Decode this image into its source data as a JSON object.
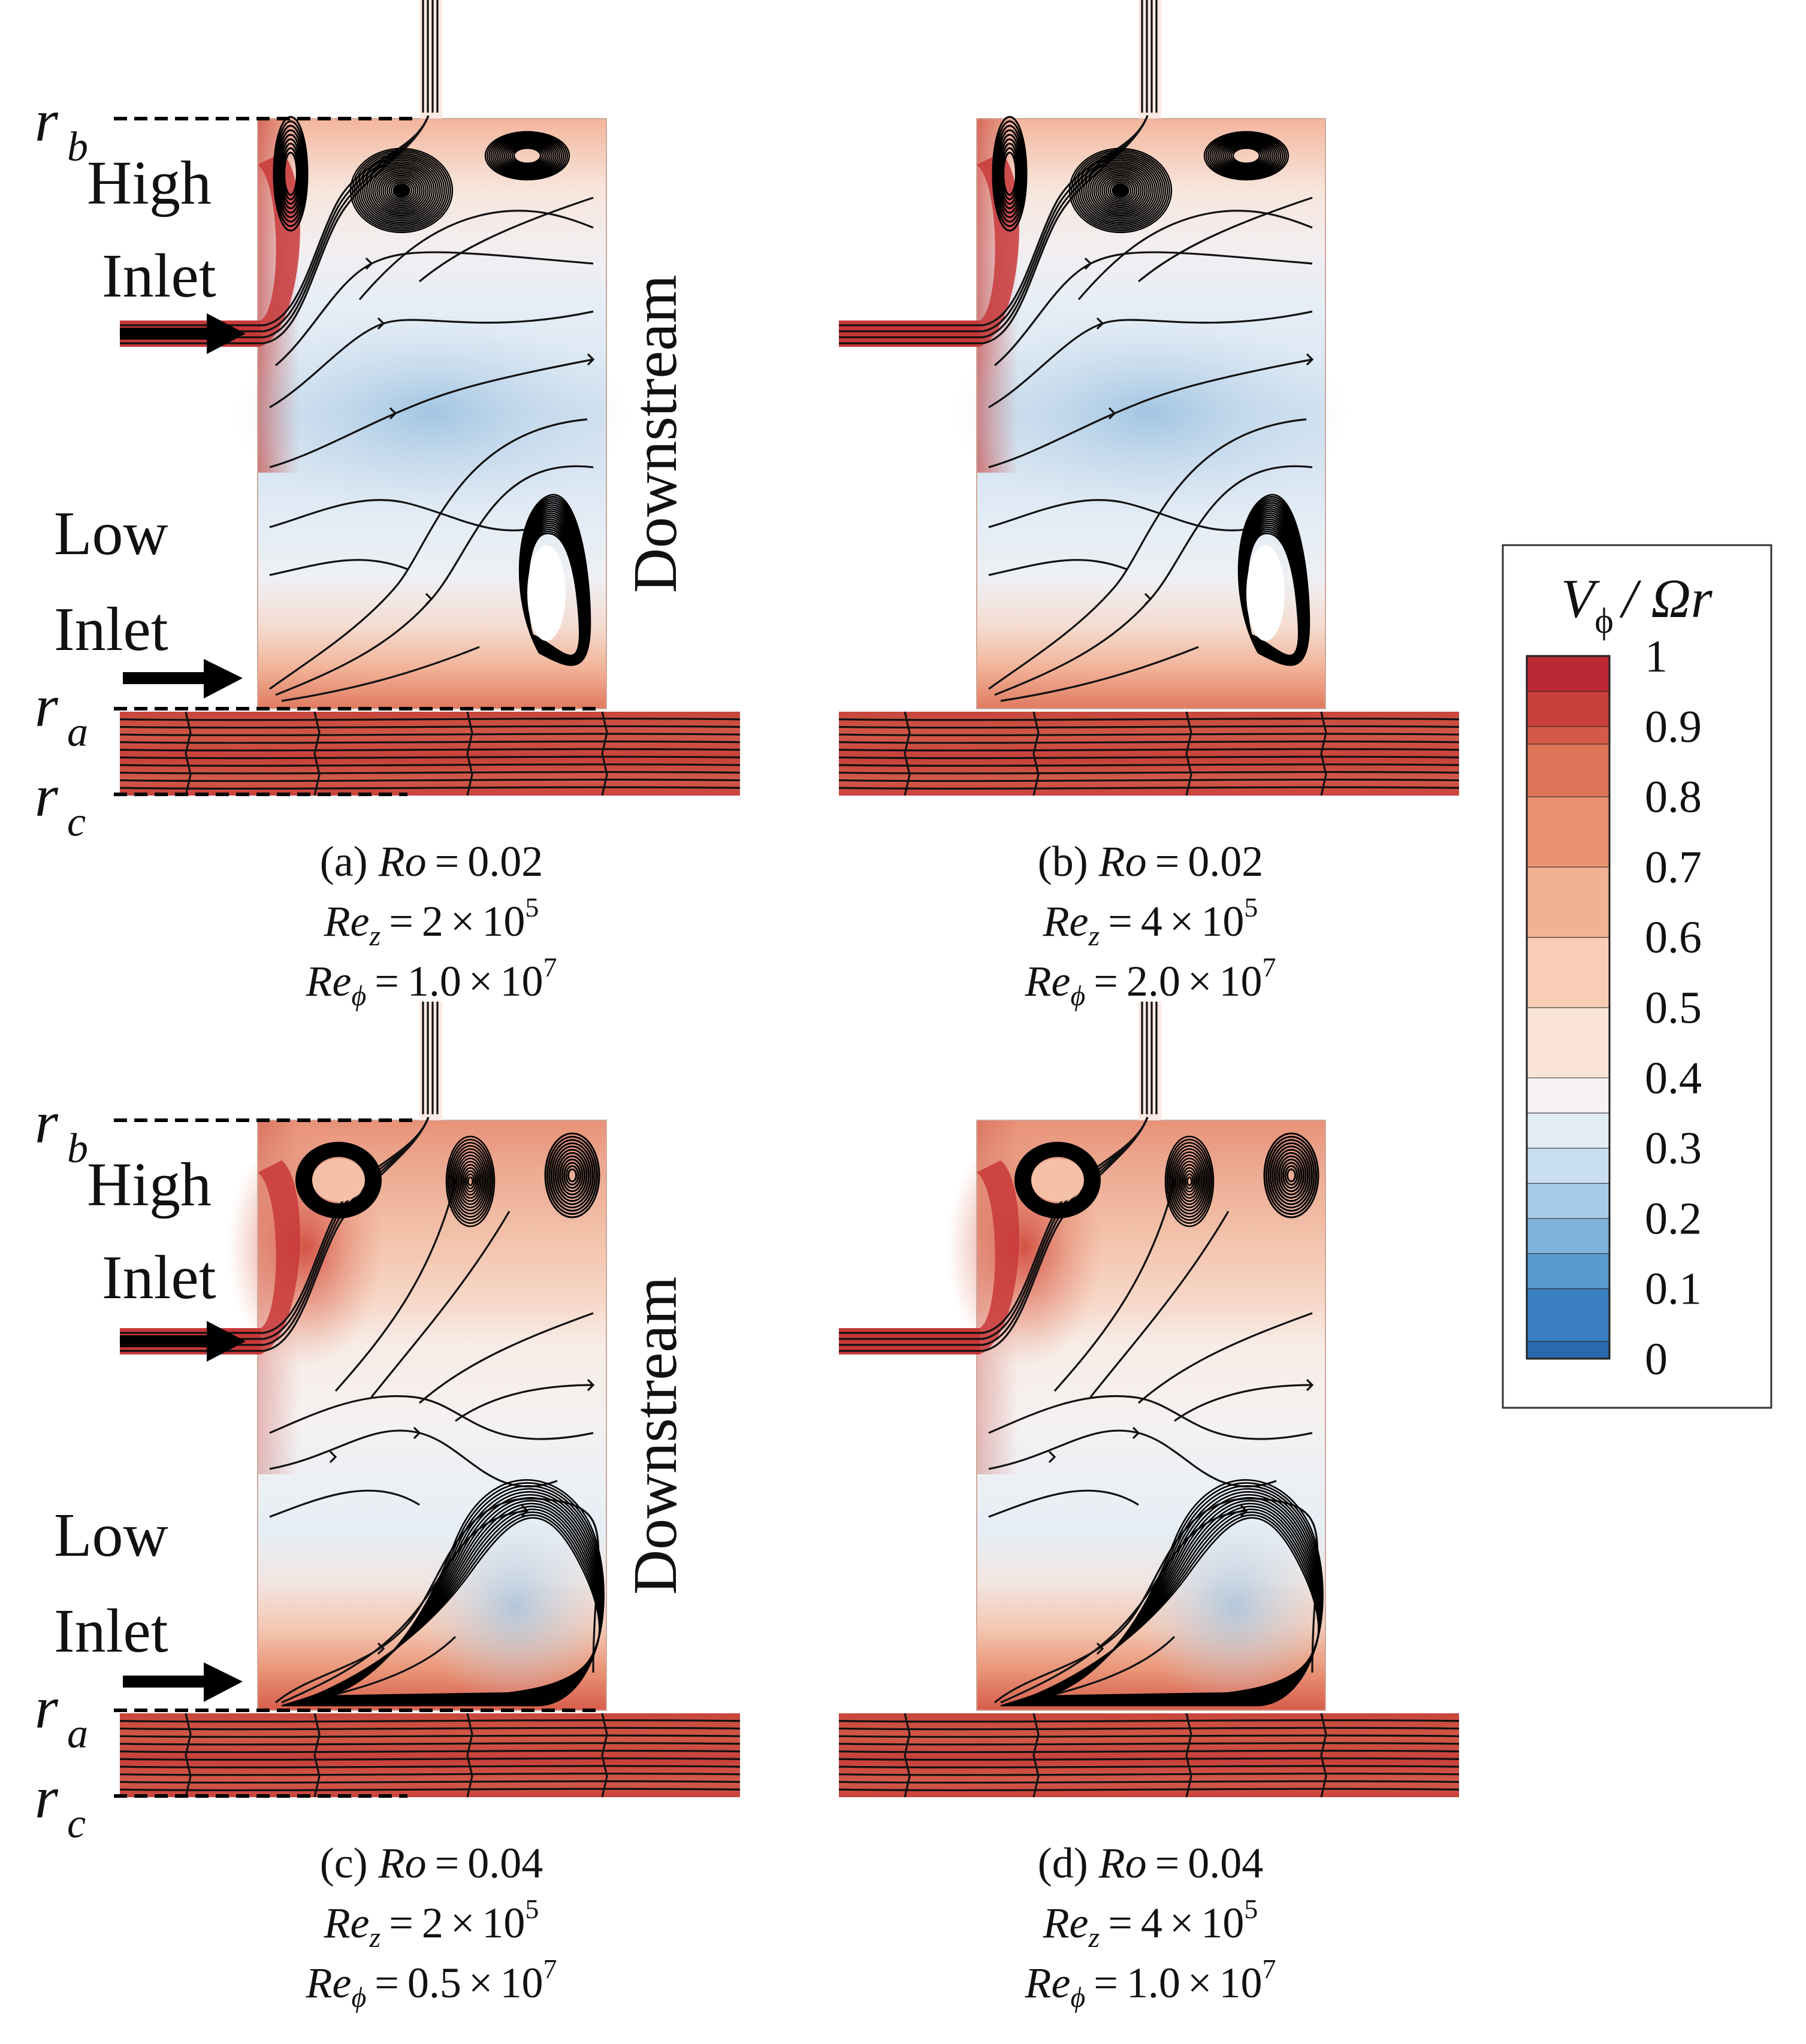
{
  "panels": [
    {
      "id": "a",
      "caption": {
        "letter": "(a)",
        "ro": "0.02",
        "rez_coef": "2",
        "rez_exp": "5",
        "rephi_coef": "1.0",
        "rephi_exp": "7"
      },
      "labels": {
        "rb": "r",
        "rb_sub": "b",
        "ra": "r",
        "ra_sub": "a",
        "rc": "r",
        "rc_sub": "c",
        "high1": "High",
        "high2": "Inlet",
        "low1": "Low",
        "low2": "Inlet",
        "downstream": "Downstream"
      },
      "variant": "low-ro"
    },
    {
      "id": "b",
      "caption": {
        "letter": "(b)",
        "ro": "0.02",
        "rez_coef": "4",
        "rez_exp": "5",
        "rephi_coef": "2.0",
        "rephi_exp": "7"
      },
      "labels": null,
      "variant": "low-ro"
    },
    {
      "id": "c",
      "caption": {
        "letter": "(c)",
        "ro": "0.04",
        "rez_coef": "2",
        "rez_exp": "5",
        "rephi_coef": "0.5",
        "rephi_exp": "7"
      },
      "labels": {
        "rb": "r",
        "rb_sub": "b",
        "ra": "r",
        "ra_sub": "a",
        "rc": "r",
        "rc_sub": "c",
        "high1": "High",
        "high2": "Inlet",
        "low1": "Low",
        "low2": "Inlet",
        "downstream": "Downstream"
      },
      "variant": "high-ro"
    },
    {
      "id": "d",
      "caption": {
        "letter": "(d)",
        "ro": "0.04",
        "rez_coef": "4",
        "rez_exp": "5",
        "rephi_coef": "1.0",
        "rephi_exp": "7"
      },
      "labels": null,
      "variant": "high-ro"
    }
  ],
  "caption_text": {
    "ro_sym": "Ro",
    "re_sym": "Re",
    "rez_sub": "z",
    "rephi_sub": "ϕ",
    "eq": "=",
    "times": "×",
    "ten": "10"
  },
  "colorbar": {
    "title_v": "V",
    "title_sub": "ϕ",
    "title_rest": "/ Ωr",
    "ticks": [
      "1",
      "0.9",
      "0.8",
      "0.7",
      "0.6",
      "0.5",
      "0.4",
      "0.3",
      "0.2",
      "0.1",
      "0"
    ],
    "range": [
      0,
      1
    ],
    "colors": [
      "#2a69ac",
      "#3a7fbf",
      "#5a9acf",
      "#7fb3dc",
      "#a6cbe6",
      "#c9def0",
      "#e2ecf5",
      "#f6f3f2",
      "#fae4d8",
      "#f8cdb6",
      "#f2b094",
      "#ea9272",
      "#dc7458",
      "#d35a48",
      "#c8403c",
      "#bb2a34"
    ],
    "levels": [
      0,
      0.025,
      0.1,
      0.15,
      0.2,
      0.25,
      0.3,
      0.35,
      0.4,
      0.5,
      0.6,
      0.7,
      0.8,
      0.875,
      0.9,
      0.95,
      1
    ]
  }
}
